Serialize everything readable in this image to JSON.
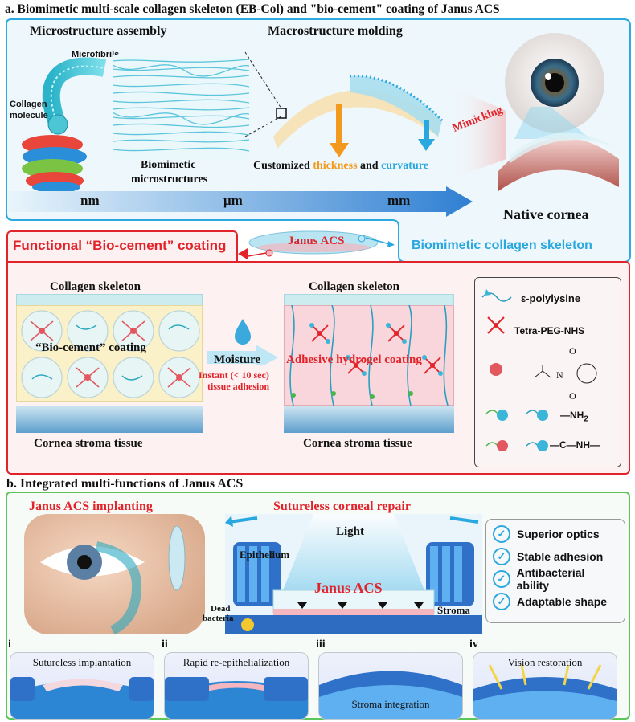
{
  "panel_a": {
    "title": "a. Biomimetic multi-scale collagen skeleton (EB-Col) and \"bio-cement\" coating of Janus ACS",
    "micro_heading": "Microstructure assembly",
    "macro_heading": "Macrostructure molding",
    "label_microfibrils": "Microfibrils",
    "label_collagen": "Collagen",
    "label_molecule": "molecule",
    "label_biomimetic": "Biomimetic",
    "label_microstructures": "microstructures",
    "customized_prefix": "Customized ",
    "customized_thickness": "thickness",
    "customized_and": " and ",
    "customized_curvature": "curvature",
    "scale_nm": "nm",
    "scale_um": "μm",
    "scale_mm": "mm",
    "mimicking": "Mimicking",
    "native_cornea": "Native cornea",
    "skeleton_label": "Biomimetic collagen skeleton",
    "bio_cement_title": "Functional “Bio-cement” coating",
    "janus_acs": "Janus ACS",
    "left_skeleton": "Collagen skeleton",
    "left_coating": "“Bio-cement” coating",
    "left_tissue": "Cornea stroma tissue",
    "moisture": "Moisture",
    "instant_line1": "Instant (< 10 sec)",
    "instant_line2": "tissue adhesion",
    "right_skeleton": "Collagen skeleton",
    "right_coating": "Adhesive hydrogel coating",
    "right_tissue": "Cornea stroma tissue",
    "legend_polylysine": "ε-polylysine",
    "legend_peg": "Tetra-PEG-NHS",
    "legend_nh2": "—NH",
    "legend_nh2_sub": "2",
    "legend_amide": "—C—NH—",
    "legend_o": "O",
    "legend_n": "N",
    "legend_o_lower": "O"
  },
  "panel_b": {
    "title": "b. Integrated multi-functions of Janus ACS",
    "implanting": "Janus ACS implanting",
    "sutureless": "Sutureless corneal repair",
    "light": "Light",
    "epithelium": "Epithelium",
    "janus_acs": "Janus ACS",
    "stroma": "Stroma",
    "dead": "Dead",
    "bacteria": "bacteria",
    "features": [
      "Superior optics",
      "Stable adhesion",
      "Antibacterial ability",
      "Adaptable shape"
    ],
    "subpanels": [
      {
        "roman": "i",
        "label": "Sutureless implantation"
      },
      {
        "roman": "ii",
        "label": "Rapid re-epithelialization"
      },
      {
        "roman": "iii",
        "label": "Stroma integration"
      },
      {
        "roman": "iv",
        "label": "Vision restoration"
      }
    ]
  },
  "colors": {
    "red": "#e2232a",
    "blue": "#29a7df",
    "orange": "#f39a1e",
    "green": "#5cc65a"
  }
}
